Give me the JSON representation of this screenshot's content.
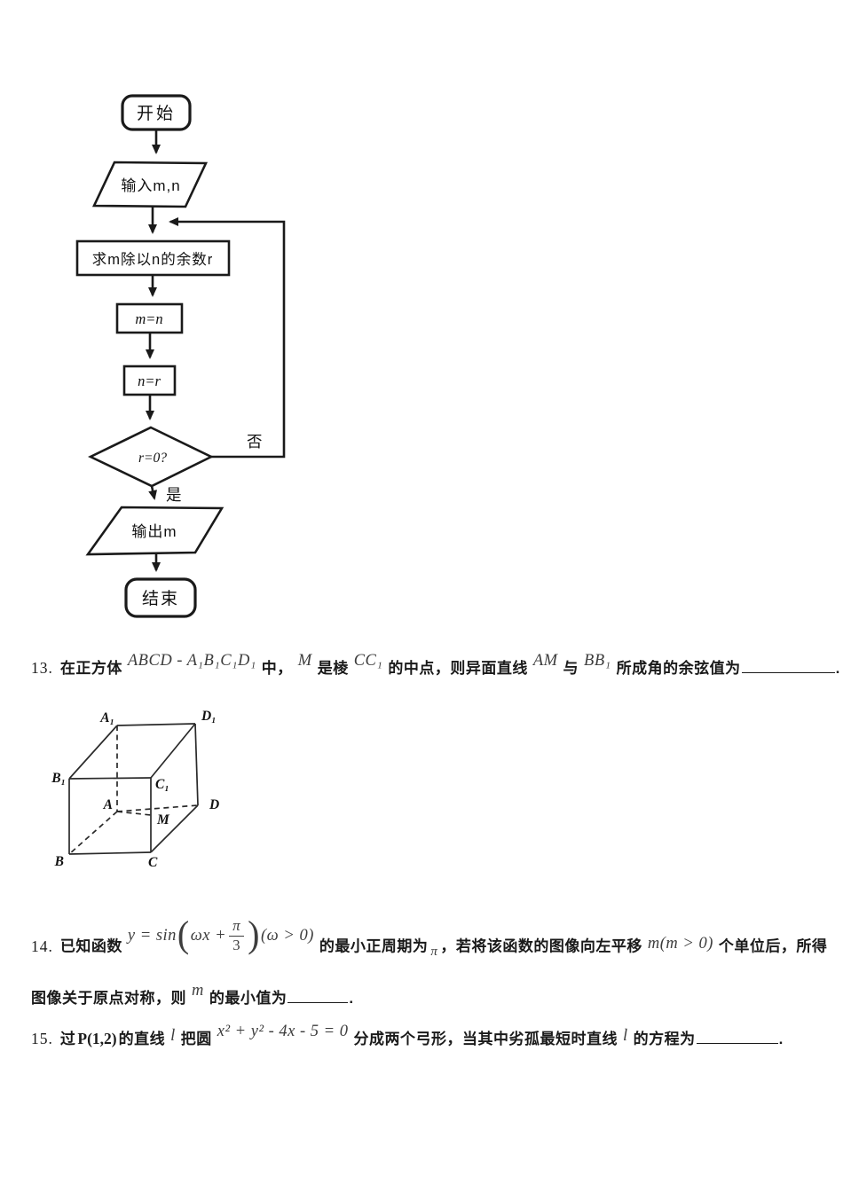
{
  "colors": {
    "background": "#ffffff",
    "ink": "#1a1a1a",
    "math_ink": "#3d3d3d"
  },
  "flowchart": {
    "start_label": "开始",
    "input_label": "输入m,n",
    "step1_label": "求m除以n的余数r",
    "step2_label": "m=n",
    "step3_label": "n=r",
    "decision_label": "r=0?",
    "no_label": "否",
    "yes_label": "是",
    "output_label": "输出m",
    "end_label": "结束"
  },
  "cube": {
    "labels": {
      "A1": "A₁",
      "D1": "D₁",
      "B1": "B₁",
      "C1": "C₁",
      "A": "A",
      "M": "M",
      "D": "D",
      "B": "B",
      "C": "C"
    }
  },
  "q13": {
    "number": "13.",
    "t1": "在正方体",
    "m1": "ABCD - A₁B₁C₁D₁",
    "t2": "中，",
    "m2": "M",
    "t3": "是棱",
    "m3": "CC₁",
    "t4": "的中点，则异面直线",
    "m4": "AM",
    "t5": "与",
    "m5": "BB₁",
    "t6": "所成角的余弦值为",
    "period": "."
  },
  "q14": {
    "number": "14.",
    "t1": "已知函数",
    "f_pre": "y = sin",
    "f_lp": "(",
    "f_inner": "ωx +",
    "f_num": "π",
    "f_den": "3",
    "f_rp": ")",
    "f_cond": "(ω > 0)",
    "t2": "的最小正周期为",
    "m_pi": "π",
    "t3": "，若将该函数的图像向左平移",
    "m_shift": "m(m > 0)",
    "t4": "个单位后，所得",
    "line2_t1": "图像关于原点对称，则",
    "line2_m": "m",
    "line2_t2": "的最小值为",
    "period": "."
  },
  "q15": {
    "number": "15.",
    "t1": "过",
    "m_p": "P(1,2)",
    "t2": "的直线",
    "m_l1": "l",
    "t3": "把圆",
    "m_eq": "x² + y² - 4x - 5 = 0",
    "t4": "分成两个弓形，当其中劣孤最短时直线",
    "m_l2": "l",
    "t5": "的方程为",
    "period": "."
  }
}
